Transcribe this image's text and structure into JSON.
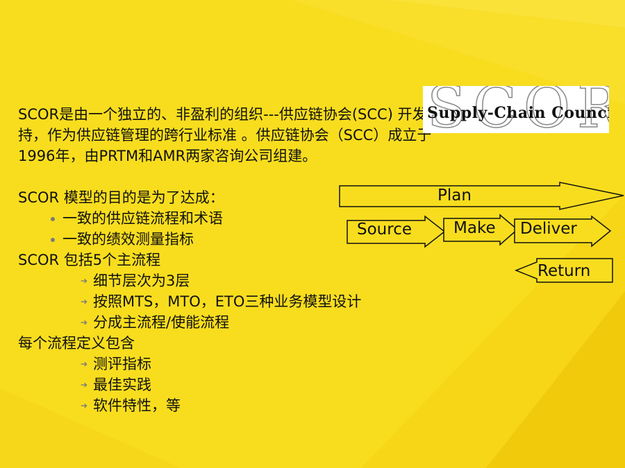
{
  "intro": "SCOR是由一个独立的、非盈利的组织---供应链协会(SCC) 开发支持，作为供应链管理的跨行业标准 。供应链协会（SCC）成立于1996年，由PRTM和AMR两家咨询公司组建。",
  "purpose": {
    "heading": "SCOR 模型的目的是为了达成：",
    "bullets": [
      "一致的供应链流程和术语",
      "一致的绩效测量指标"
    ]
  },
  "processes": {
    "heading": "SCOR 包括5个主流程",
    "items": [
      "细节层次为3层",
      "按照MTS，MTO，ETO三种业务模型设计",
      "分成主流程/使能流程"
    ]
  },
  "definitions": {
    "heading": "每个流程定义包含",
    "items": [
      "测评指标",
      "最佳实践",
      "软件特性，等"
    ]
  },
  "logo": {
    "big": "SCOR",
    "small": "Supply-Chain Council"
  },
  "diagram": {
    "plan": "Plan",
    "source": "Source",
    "make": "Make",
    "deliver": "Deliver",
    "return": "Return"
  }
}
